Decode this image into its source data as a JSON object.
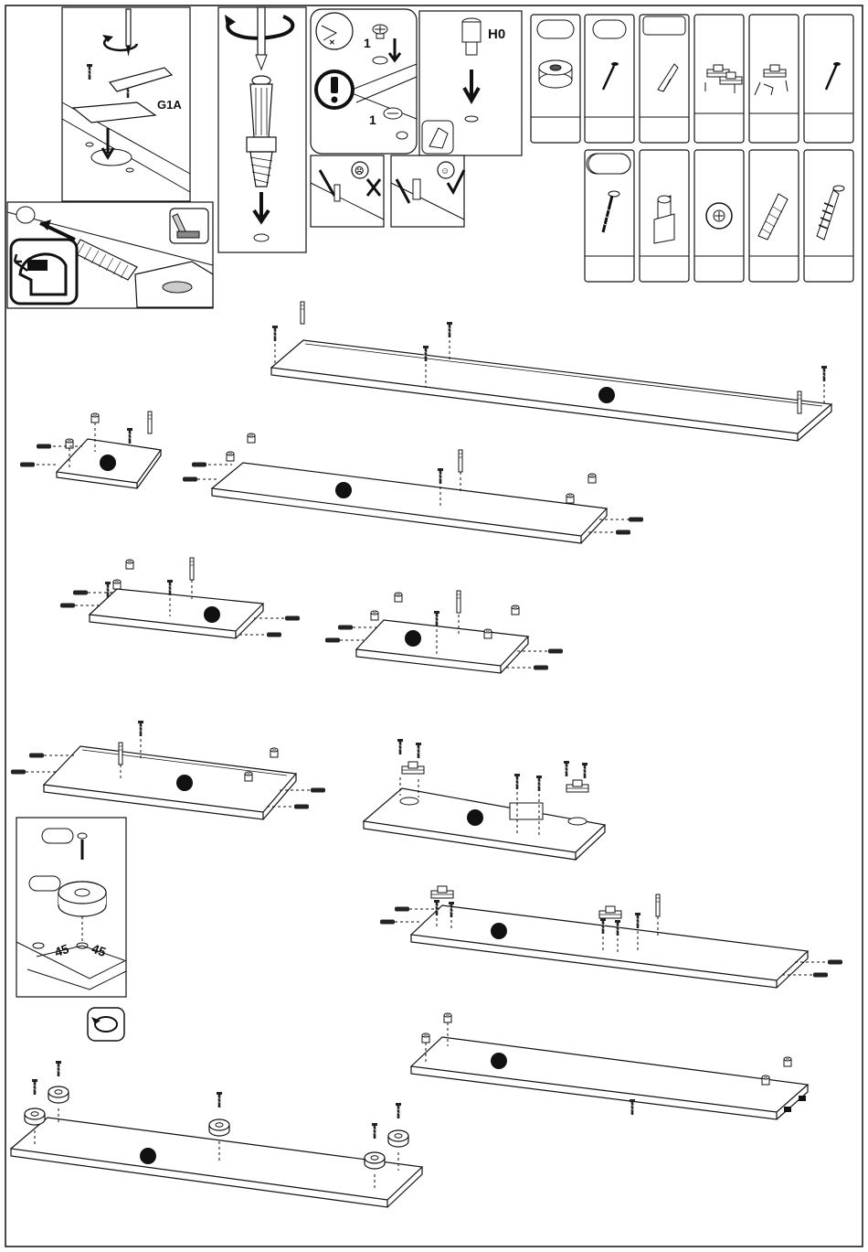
{
  "labels": {
    "hinge_code": "G1A",
    "dowel_code": "H0",
    "cam_count_a": "1",
    "cam_count_b": "1",
    "foot_offset_left": "45",
    "foot_offset_right": "45"
  },
  "parts_table": {
    "row1": [
      "foot-pad",
      "screw-short",
      "wall-bracket",
      "hinge-with-plate",
      "hinge-open",
      "screw-small"
    ],
    "row2": [
      "screw-long",
      "plastic-dowel",
      "cam-lock",
      "wooden-dowel",
      "cam-bolt"
    ]
  },
  "panels": [
    {
      "name": "top-long-panel"
    },
    {
      "name": "small-side-panel"
    },
    {
      "name": "mid-long-panel"
    },
    {
      "name": "shelf-left"
    },
    {
      "name": "shelf-right"
    },
    {
      "name": "long-panel-with-bolts"
    },
    {
      "name": "door-panel-hinges"
    },
    {
      "name": "long-door-panel"
    },
    {
      "name": "long-panel-cams"
    },
    {
      "name": "bottom-panel-feet"
    }
  ],
  "colors": {
    "line": "#111111",
    "marker": "#111111",
    "panel_fill": "#ffffff",
    "shade": "#e6e6e6"
  }
}
